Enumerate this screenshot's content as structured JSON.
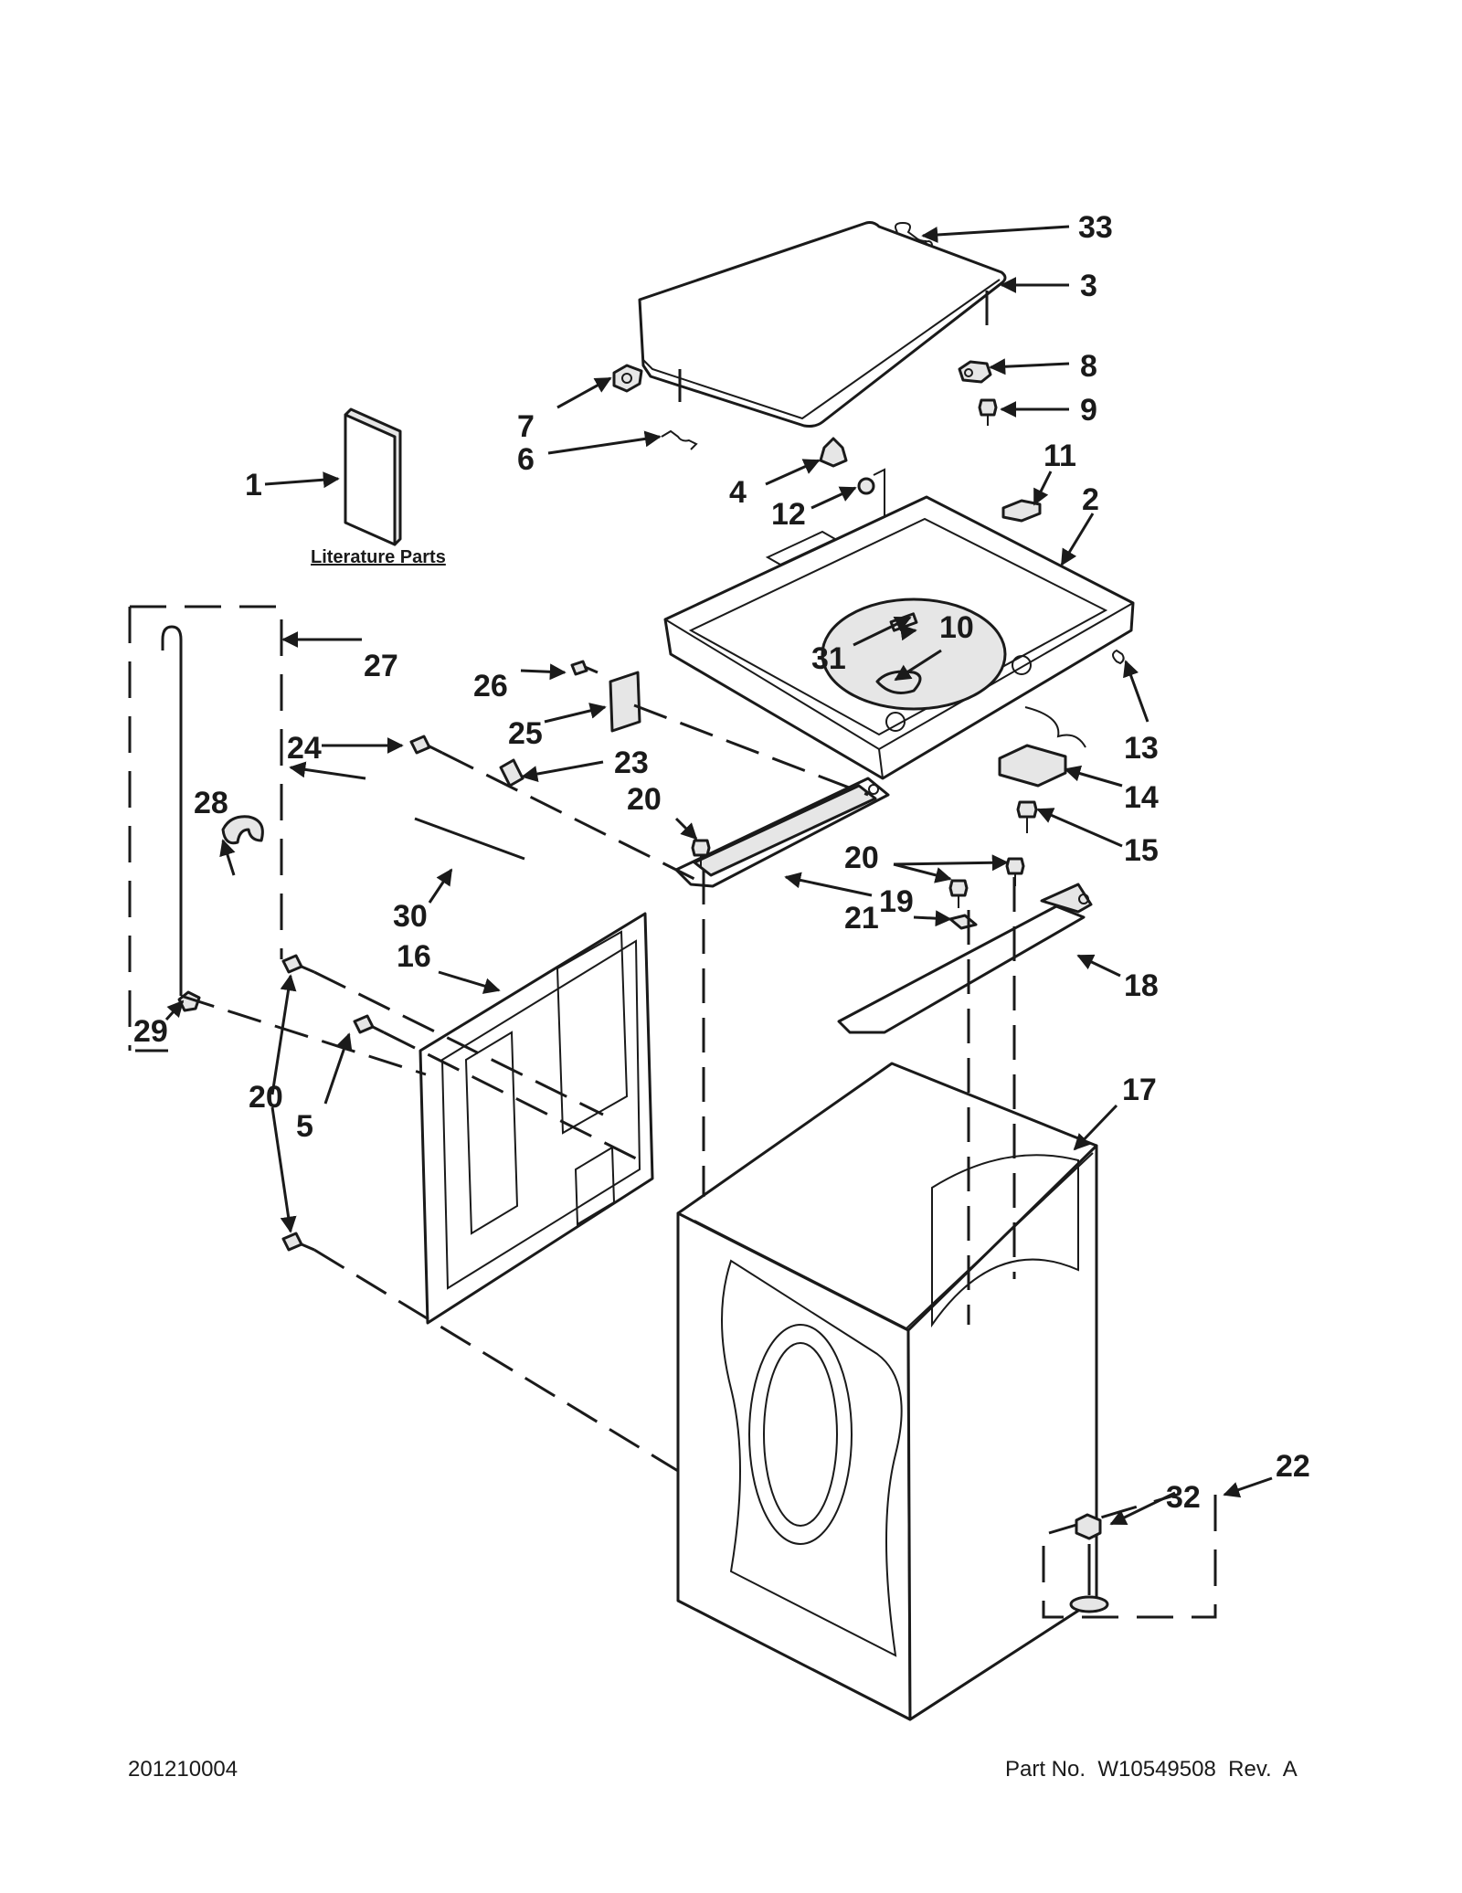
{
  "labels": {
    "p1": "1",
    "p2": "2",
    "p3": "3",
    "p4": "4",
    "p5": "5",
    "p6": "6",
    "p7": "7",
    "p8": "8",
    "p9": "9",
    "p10": "10",
    "p11": "11",
    "p12": "12",
    "p13": "13",
    "p14": "14",
    "p15": "15",
    "p16": "16",
    "p17": "17",
    "p18": "18",
    "p19": "19",
    "p20a": "20",
    "p20b": "20",
    "p20c": "20",
    "p21": "21",
    "p22": "22",
    "p23": "23",
    "p24": "24",
    "p25": "25",
    "p26": "26",
    "p27": "27",
    "p28": "28",
    "p29": "29",
    "p30": "30",
    "p31": "31",
    "p32": "32",
    "p33": "33"
  },
  "literature_label": "Literature Parts",
  "footer": {
    "code": "201210004",
    "part_number": "Part No.  W10549508  Rev.  A"
  },
  "colors": {
    "ink": "#1a1a1a",
    "background": "#ffffff",
    "part_fill": "#e6e6e6"
  }
}
